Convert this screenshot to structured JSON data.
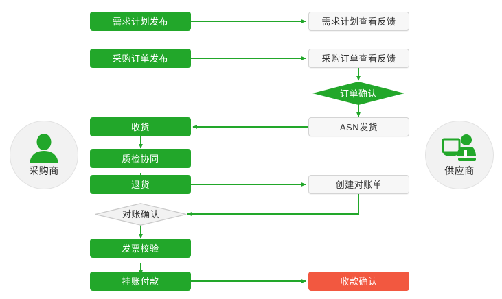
{
  "diagram": {
    "type": "flowchart",
    "title": "",
    "colors": {
      "green": "#22a72a",
      "orange": "#f25840",
      "gray_fill": "#f7f7f7",
      "gray_border": "#d4d4d4",
      "connector": "#22a72a",
      "circle_fill": "#f2f2f2"
    },
    "actors": [
      {
        "id": "buyer",
        "label": "采购商",
        "icon": "person-icon",
        "side": "left"
      },
      {
        "id": "supplier",
        "label": "供应商",
        "icon": "person-at-computer-icon",
        "side": "right"
      }
    ],
    "nodes": [
      {
        "id": "demand_plan_publish",
        "label": "需求计划发布",
        "shape": "rect",
        "style": "green"
      },
      {
        "id": "demand_plan_feedback",
        "label": "需求计划查看反馈",
        "shape": "rect",
        "style": "gray"
      },
      {
        "id": "po_publish",
        "label": "采购订单发布",
        "shape": "rect",
        "style": "green"
      },
      {
        "id": "po_feedback",
        "label": "采购订单查看反馈",
        "shape": "rect",
        "style": "gray"
      },
      {
        "id": "order_confirm",
        "label": "订单确认",
        "shape": "diamond",
        "style": "green"
      },
      {
        "id": "asn_ship",
        "label": "ASN发货",
        "shape": "rect",
        "style": "gray"
      },
      {
        "id": "receive_goods",
        "label": "收货",
        "shape": "rect",
        "style": "green"
      },
      {
        "id": "qc_collab",
        "label": "质检协同",
        "shape": "rect",
        "style": "green"
      },
      {
        "id": "return_goods",
        "label": "退货",
        "shape": "rect",
        "style": "green"
      },
      {
        "id": "create_statement",
        "label": "创建对账单",
        "shape": "rect",
        "style": "gray"
      },
      {
        "id": "statement_confirm",
        "label": "对账确认",
        "shape": "diamond",
        "style": "gray"
      },
      {
        "id": "invoice_check",
        "label": "发票校验",
        "shape": "rect",
        "style": "green"
      },
      {
        "id": "payment_posting",
        "label": "挂账付款",
        "shape": "rect",
        "style": "green"
      },
      {
        "id": "receipt_confirm",
        "label": "收款确认",
        "shape": "rect",
        "style": "orange"
      }
    ],
    "edges": [
      {
        "from": "demand_plan_publish",
        "to": "demand_plan_feedback"
      },
      {
        "from": "po_publish",
        "to": "po_feedback"
      },
      {
        "from": "po_feedback",
        "to": "order_confirm"
      },
      {
        "from": "order_confirm",
        "to": "asn_ship"
      },
      {
        "from": "asn_ship",
        "to": "receive_goods"
      },
      {
        "from": "receive_goods",
        "to": "qc_collab"
      },
      {
        "from": "qc_collab",
        "to": "return_goods"
      },
      {
        "from": "return_goods",
        "to": "create_statement"
      },
      {
        "from": "create_statement",
        "to": "statement_confirm"
      },
      {
        "from": "statement_confirm",
        "to": "invoice_check"
      },
      {
        "from": "invoice_check",
        "to": "payment_posting"
      },
      {
        "from": "payment_posting",
        "to": "receipt_confirm"
      }
    ]
  }
}
